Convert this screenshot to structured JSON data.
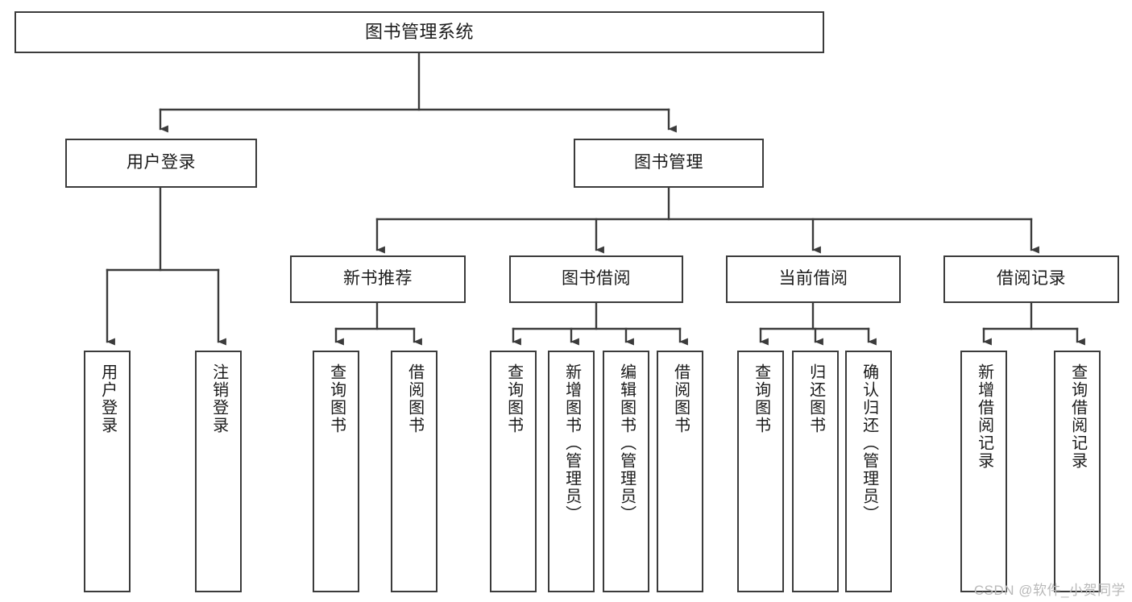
{
  "diagram": {
    "title": "图书管理系统",
    "root": {
      "label": "图书管理系统"
    },
    "level2": [
      {
        "label": "用户登录"
      },
      {
        "label": "图书管理"
      }
    ],
    "level3": [
      {
        "label": "新书推荐"
      },
      {
        "label": "图书借阅"
      },
      {
        "label": "当前借阅"
      },
      {
        "label": "借阅记录"
      }
    ],
    "leaves": [
      {
        "label": "用户登录",
        "parent": "用户登录"
      },
      {
        "label": "注销登录",
        "parent": "用户登录"
      },
      {
        "label": "查询图书",
        "parent": "新书推荐"
      },
      {
        "label": "借阅图书",
        "parent": "新书推荐"
      },
      {
        "label": "查询图书",
        "parent": "图书借阅"
      },
      {
        "label": "新增图书（管理员）",
        "parent": "图书借阅"
      },
      {
        "label": "编辑图书（管理员）",
        "parent": "图书借阅"
      },
      {
        "label": "借阅图书",
        "parent": "图书借阅"
      },
      {
        "label": "查询图书",
        "parent": "当前借阅"
      },
      {
        "label": "归还图书",
        "parent": "当前借阅"
      },
      {
        "label": "确认归还（管理员）",
        "parent": "当前借阅"
      },
      {
        "label": "新增借阅记录",
        "parent": "借阅记录"
      },
      {
        "label": "查询借阅记录",
        "parent": "借阅记录"
      }
    ],
    "watermark": "CSDN @软件_小贺同学",
    "colors": {
      "stroke": "#3b3b3b",
      "fill": "#ffffff",
      "text": "#1b1b1b",
      "watermark": "#b9b9b9"
    }
  }
}
